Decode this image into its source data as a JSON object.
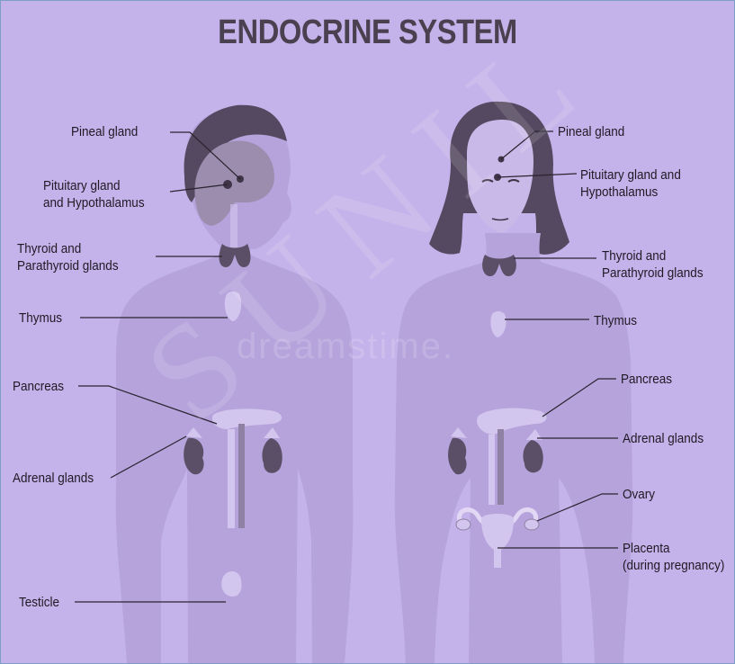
{
  "title": "ENDOCRINE SYSTEM",
  "watermark": "dreamstime.",
  "watermark_diagonal": "SUNIL",
  "colors": {
    "background": "#c4b2ea",
    "body_silhouette": "#b6a3dc",
    "organ_light": "#d3c6ee",
    "organ_dark": "#5a4f66",
    "hair": "#544960",
    "border": "#7d9fc7"
  },
  "male": {
    "pineal": "Pineal gland",
    "pituitary": [
      "Pituitary gland",
      "and Hypothalamus"
    ],
    "thyroid": [
      "Thyroid and",
      "Parathyroid glands"
    ],
    "thymus": "Thymus",
    "pancreas": "Pancreas",
    "adrenal": "Adrenal glands",
    "testicle": "Testicle"
  },
  "female": {
    "pineal": "Pineal gland",
    "pituitary": [
      "Pituitary gland and",
      "Hypothalamus"
    ],
    "thyroid": [
      "Thyroid and",
      "Parathyroid glands"
    ],
    "thymus": "Thymus",
    "pancreas": "Pancreas",
    "adrenal": "Adrenal glands",
    "ovary": "Ovary",
    "placenta": [
      "Placenta",
      "(during pregnancy)"
    ]
  }
}
